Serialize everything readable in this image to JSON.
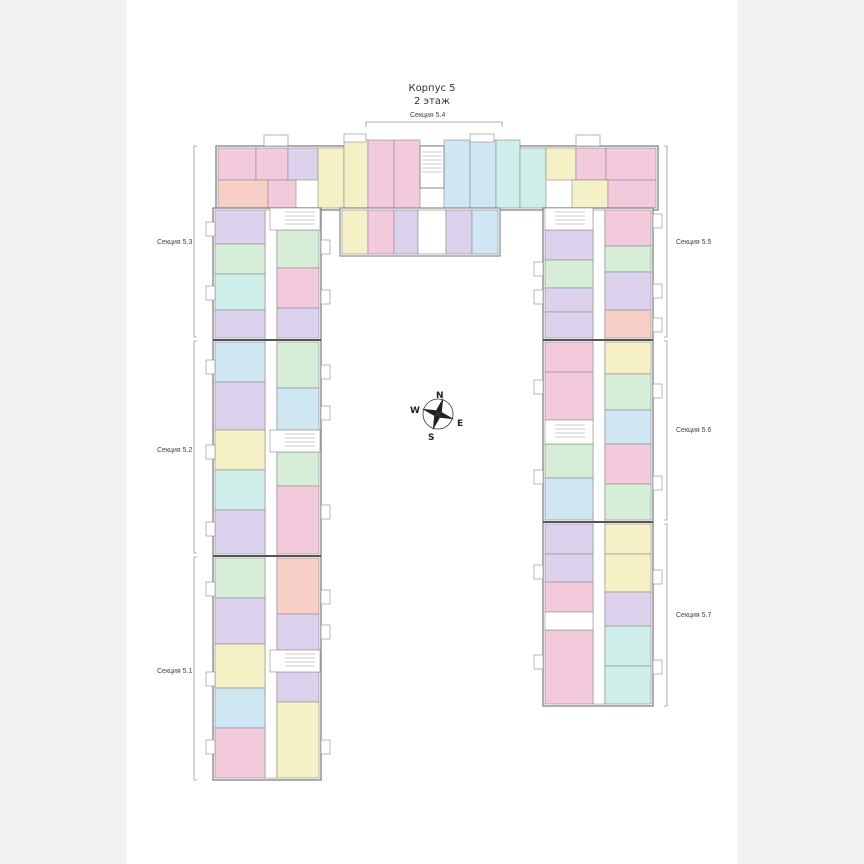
{
  "header": {
    "building": "Корпус 5",
    "floor": "2 этаж"
  },
  "sections": {
    "s54": "Секция 5.4",
    "s53": "Секция 5.3",
    "s52": "Секция 5.2",
    "s51": "Секция 5.1",
    "s55": "Секция 5.5",
    "s56": "Секция 5.6",
    "s57": "Секция 5.7"
  },
  "compass": {
    "n": "N",
    "s": "S",
    "e": "E",
    "w": "W"
  },
  "colors": {
    "pink": "#f3c9dc",
    "lilac": "#dcd2ee",
    "blue": "#cfe6f3",
    "green": "#d6eed7",
    "yellow": "#f6f0c6",
    "salmon": "#f7cfc7",
    "aqua": "#cdeee9",
    "core": "#ffffff",
    "wall": "#8a8a8a"
  }
}
